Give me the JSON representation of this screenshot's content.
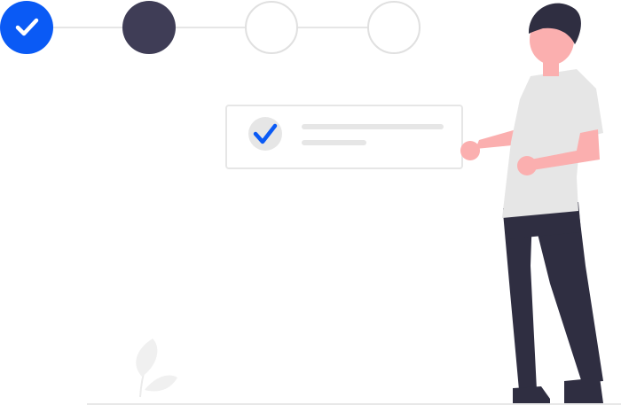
{
  "colors": {
    "primary": "#0A5AF5",
    "dark_step": "#3F3D56",
    "line": "#E6E6E6",
    "border": "#E0E0E0",
    "skin": "#FBAFAF",
    "hair": "#2F2E41",
    "shirt": "#E6E6E6",
    "pants": "#2F2E41",
    "plant": "#F0F0F0",
    "ground": "#E8E8E8"
  },
  "steps": [
    {
      "state": "completed",
      "icon": "checkmark-icon"
    },
    {
      "state": "current",
      "icon": ""
    },
    {
      "state": "pending",
      "icon": ""
    },
    {
      "state": "pending",
      "icon": ""
    }
  ],
  "card": {
    "icon": "checkmark-icon",
    "lines": [
      {
        "kind": "title-placeholder"
      },
      {
        "kind": "subtitle-placeholder"
      }
    ]
  }
}
